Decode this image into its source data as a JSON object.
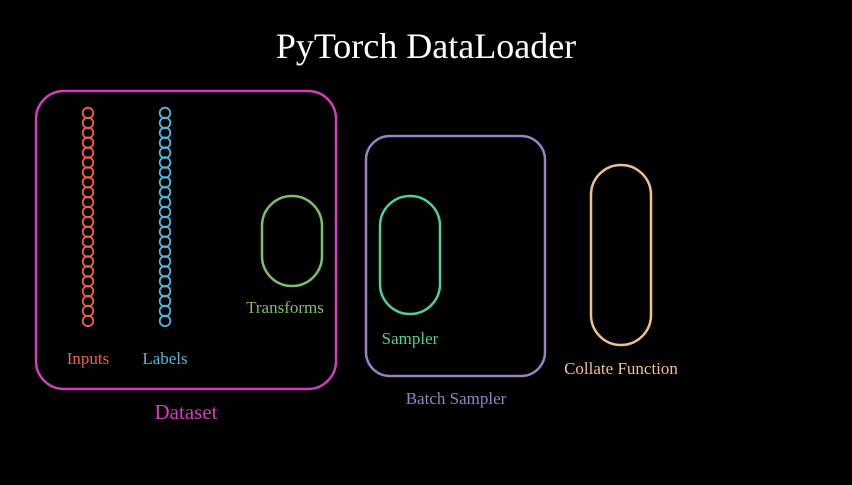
{
  "title": "PyTorch DataLoader",
  "dataset": {
    "label": "Dataset",
    "color": "#d63bbf",
    "inputs": {
      "label": "Inputs",
      "color": "#f0604c",
      "count": 22
    },
    "labels": {
      "label": "Labels",
      "color": "#4fb8dc",
      "count": 22
    },
    "transforms": {
      "label": "Transforms",
      "color": "#7fbf6a"
    }
  },
  "batch_sampler": {
    "label": "Batch Sampler",
    "color": "#9a82c4",
    "sampler": {
      "label": "Sampler",
      "color": "#4fcf9a"
    }
  },
  "collate": {
    "label": "Collate Function",
    "color": "#f2c08a"
  }
}
